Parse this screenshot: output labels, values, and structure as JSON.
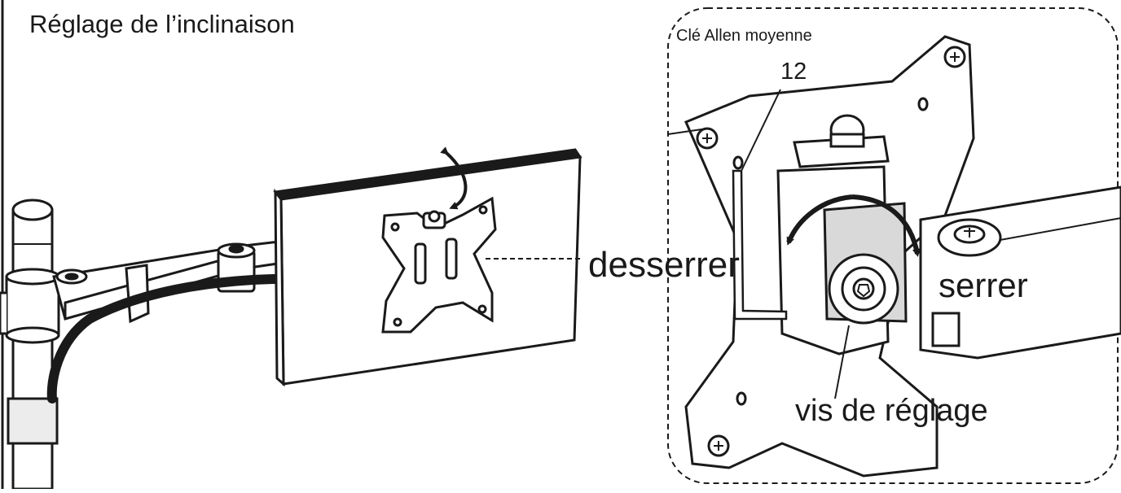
{
  "title": "Réglage de l’inclinaison",
  "callouts": {
    "wrench": "Clé Allen moyenne",
    "part_number": "12",
    "loosen": "desserrer",
    "tighten": "serrer",
    "screw": "vis de réglage"
  },
  "colors": {
    "line": "#1a1a1a",
    "background": "#ffffff",
    "shade": "#d9d9d9"
  }
}
